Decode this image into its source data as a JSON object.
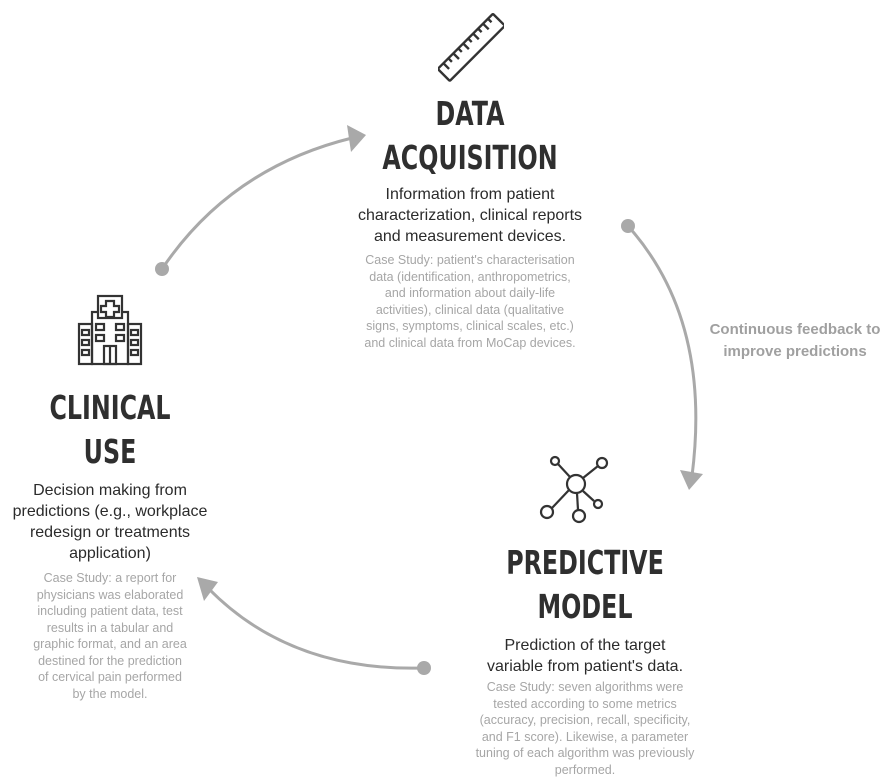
{
  "diagram": {
    "data_acquisition": {
      "icon": "ruler-icon",
      "title_line1": "DATA",
      "title_line2": "ACQUISITION",
      "description_line1": "Information from patient",
      "description_line2": "characterization, clinical reports",
      "description_line3": "and measurement devices.",
      "case_line1": "Case Study: patient's characterisation",
      "case_line2": "data (identification, anthropometrics,",
      "case_line3": "and information about daily-life",
      "case_line4": "activities), clinical data (qualitative",
      "case_line5": "signs, symptoms, clinical scales, etc.)",
      "case_line6": "and clinical data from MoCap devices."
    },
    "predictive_model": {
      "icon": "network-icon",
      "title_line1": "PREDICTIVE",
      "title_line2": "MODEL",
      "description_line1": "Prediction of the target",
      "description_line2": "variable  from patient's data.",
      "case_line1": "Case Study: seven algorithms were",
      "case_line2": "tested according to some metrics",
      "case_line3": "(accuracy, precision, recall, specificity,",
      "case_line4": "and F1 score). Likewise, a parameter",
      "case_line5": "tuning of each algorithm was previously",
      "case_line6": "performed."
    },
    "clinical_use": {
      "icon": "hospital-icon",
      "title_line1": "CLINICAL",
      "title_line2": "USE",
      "description_line1": "Decision making from",
      "description_line2": "predictions (e.g., workplace",
      "description_line3": "redesign or treatments",
      "description_line4": "application)",
      "case_line1": "Case Study: a report for",
      "case_line2": "physicians was elaborated",
      "case_line3": "including patient data, test",
      "case_line4": "results in a tabular and",
      "case_line5": "graphic format, and an area",
      "case_line6": "destined for the prediction",
      "case_line7": "of cervical pain performed",
      "case_line8": "by the model."
    },
    "feedback_label_line1": "Continuous feedback to",
    "feedback_label_line2": "improve predictions"
  },
  "colors": {
    "arrow": "#a9a9a9",
    "heading": "#2f2f2f",
    "case_text": "#a6a6a6",
    "feedback_text": "#a0a0a0"
  }
}
